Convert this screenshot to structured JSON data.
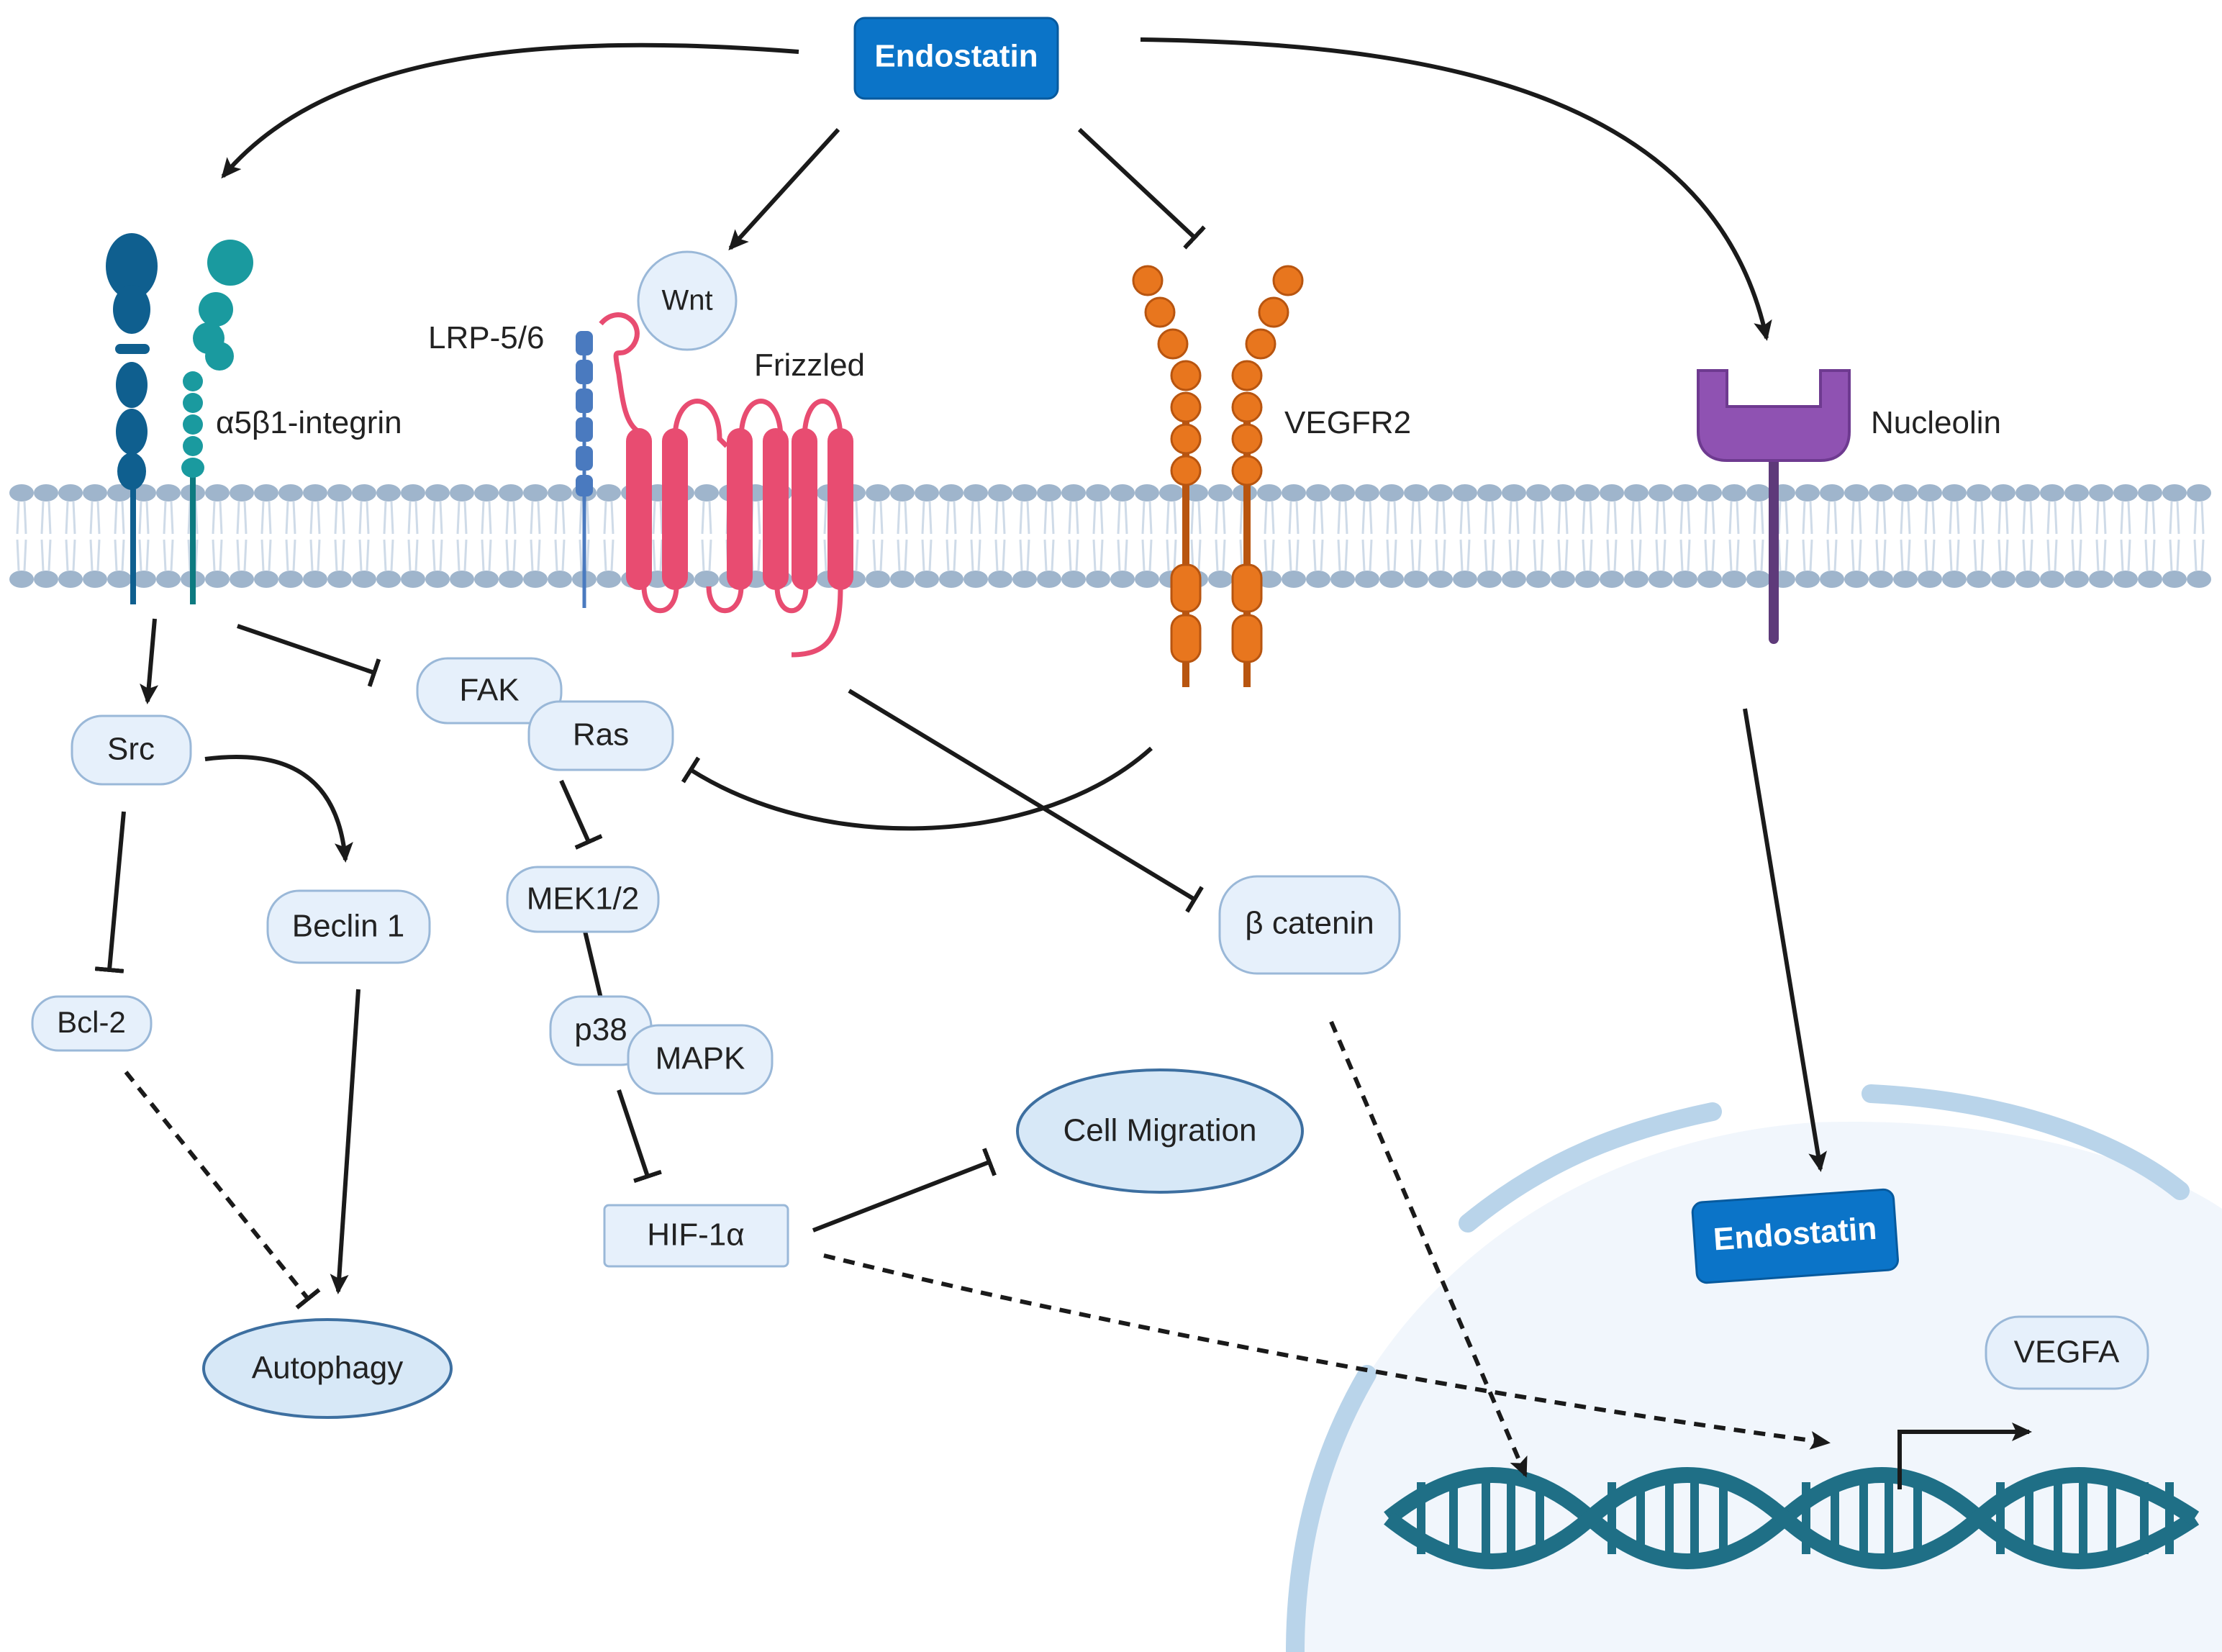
{
  "colors": {
    "endostatin_fill": "#0b74c8",
    "node_fill": "#e6f0fb",
    "node_stroke": "#9ab8d8",
    "membrane_head": "#9fb5cc",
    "membrane_tail": "#cfdbe8",
    "integrin_alpha": "#0f5f8f",
    "integrin_beta": "#1a9a9f",
    "lrp": "#4a7abf",
    "frizzled": "#e84c71",
    "vegfr2": "#e8761e",
    "nucleolin": "#8f52b2",
    "dna": "#1f6f86",
    "nucleus_fill": "#f1f6fc",
    "nuclear_membrane": "#b9d4ea",
    "arrow": "#1a1a1a"
  },
  "labels": {
    "endostatin_top": "Endostatin",
    "endostatin_nucleus": "Endostatin",
    "integrin": "α5β1-integrin",
    "lrp": "LRP-5/6",
    "wnt": "Wnt",
    "frizzled": "Frizzled",
    "vegfr2": "VEGFR2",
    "nucleolin": "Nucleolin",
    "src": "Src",
    "fak": "FAK",
    "ras": "Ras",
    "beclin": "Beclin 1",
    "bcl2": "Bcl-2",
    "mek": "MEK1/2",
    "p38": "p38",
    "mapk": "MAPK",
    "hif": "HIF-1α",
    "catenin": "β catenin",
    "migration": "Cell Migration",
    "autophagy": "Autophagy",
    "vegfa": "VEGFA"
  }
}
